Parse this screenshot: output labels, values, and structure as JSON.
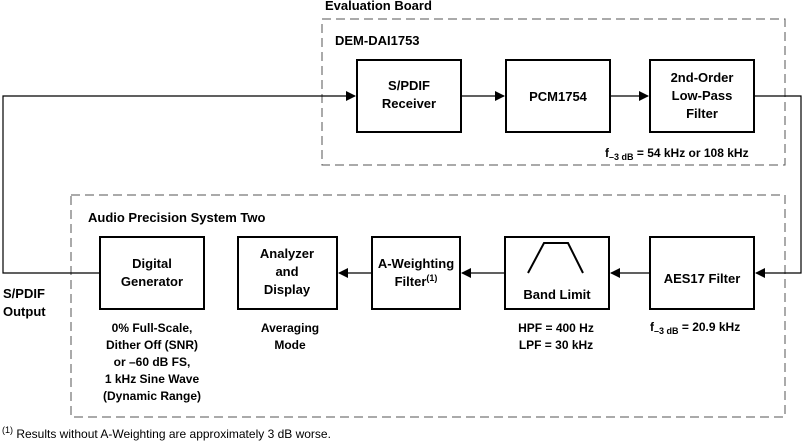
{
  "eval_board": {
    "title": "Evaluation Board",
    "inner_label": "DEM-DAI1753",
    "spdif_receiver": [
      "S/PDIF",
      "Receiver"
    ],
    "pcm": "PCM1754",
    "lpf": [
      "2nd-Order",
      "Low-Pass",
      "Filter"
    ],
    "lpf_note": {
      "prefix": "f",
      "sub": "–3 dB",
      "suffix": " = 54 kHz or 108 kHz"
    }
  },
  "audio_precision": {
    "title": "Audio Precision System Two",
    "digital_generator": [
      "Digital",
      "Generator"
    ],
    "generator_notes": [
      "0% Full-Scale,",
      "Dither Off (SNR)",
      "or –60 dB FS,",
      "1 kHz Sine Wave",
      "(Dynamic Range)"
    ],
    "analyzer": [
      "Analyzer",
      "and",
      "Display"
    ],
    "analyzer_notes": [
      "Averaging",
      "Mode"
    ],
    "a_weighting": {
      "line1": "A-Weighting",
      "line2": "Filter",
      "sup": "(1)"
    },
    "band_limit": "Band Limit",
    "band_notes": [
      "HPF = 400 Hz",
      "LPF = 30 kHz"
    ],
    "aes17": "AES17 Filter",
    "aes17_note": {
      "prefix": "f",
      "sub": "–3 dB",
      "suffix": " = 20.9 kHz"
    }
  },
  "spdif_output": [
    "S/PDIF",
    "Output"
  ],
  "footnote": {
    "sup": "(1)",
    "text": " Results without A-Weighting are approximately 3 dB worse."
  }
}
